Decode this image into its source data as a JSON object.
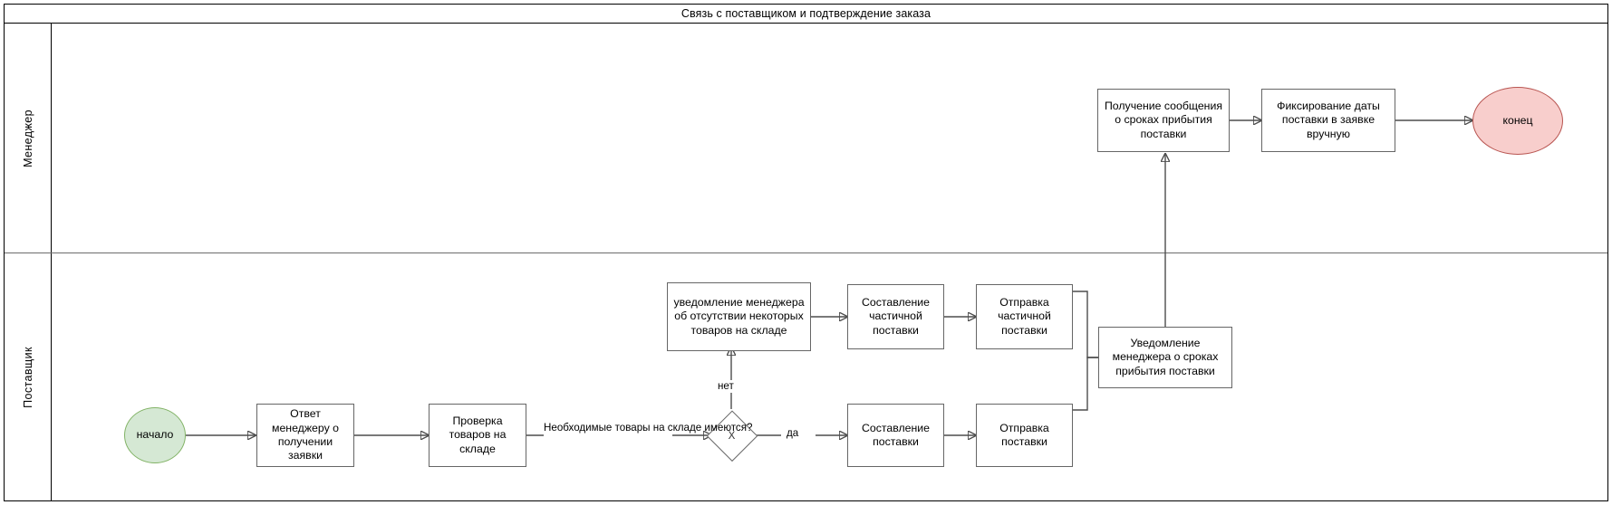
{
  "pool": {
    "title": "Связь с поставщиком и подтверждение заказа"
  },
  "lanes": [
    {
      "id": "manager",
      "label": "Менеджер"
    },
    {
      "id": "supplier",
      "label": "Поставщик"
    }
  ],
  "nodes": {
    "start": {
      "label": "начало",
      "type": "start-event",
      "lane": "supplier",
      "color": "#d5e8d4"
    },
    "end": {
      "label": "конец",
      "type": "end-event",
      "lane": "manager",
      "color": "#f8cecc"
    },
    "reply_manager": {
      "label": "Ответ менеджеру о получении заявки",
      "type": "task",
      "lane": "supplier"
    },
    "check_goods": {
      "label": "Проверка товаров на складе",
      "type": "task",
      "lane": "supplier"
    },
    "gateway": {
      "label": "X",
      "type": "exclusive-gateway",
      "lane": "supplier"
    },
    "notify_missing": {
      "label": "уведомление менеджера об отсутствии некоторых товаров на складе",
      "type": "task",
      "lane": "supplier"
    },
    "compose_partial": {
      "label": "Составление частичной поставки",
      "type": "task",
      "lane": "supplier"
    },
    "send_partial": {
      "label": "Отправка частичной поставки",
      "type": "task",
      "lane": "supplier"
    },
    "compose_full": {
      "label": "Составление поставки",
      "type": "task",
      "lane": "supplier"
    },
    "send_full": {
      "label": "Отправка поставки",
      "type": "task",
      "lane": "supplier"
    },
    "notify_dates": {
      "label": "Уведомление менеджера о сроках прибытия поставки",
      "type": "task",
      "lane": "supplier"
    },
    "receive_message": {
      "label": "Получение сообщения о сроках прибытия поставки",
      "type": "task",
      "lane": "manager"
    },
    "fix_date": {
      "label": "Фиксирование даты поставки в заявке вручную",
      "type": "task",
      "lane": "manager"
    }
  },
  "edge_labels": {
    "question": "Необходимые товары на складе имеются?",
    "no": "нет",
    "yes": "да"
  },
  "colors": {
    "start_fill": "#d5e8d4",
    "start_stroke": "#82b366",
    "end_fill": "#f8cecc",
    "end_stroke": "#b85450",
    "task_stroke": "#666666",
    "connector": "#4d4d4d",
    "lane_divider": "#6d6d6d",
    "pool_border": "#000000"
  }
}
